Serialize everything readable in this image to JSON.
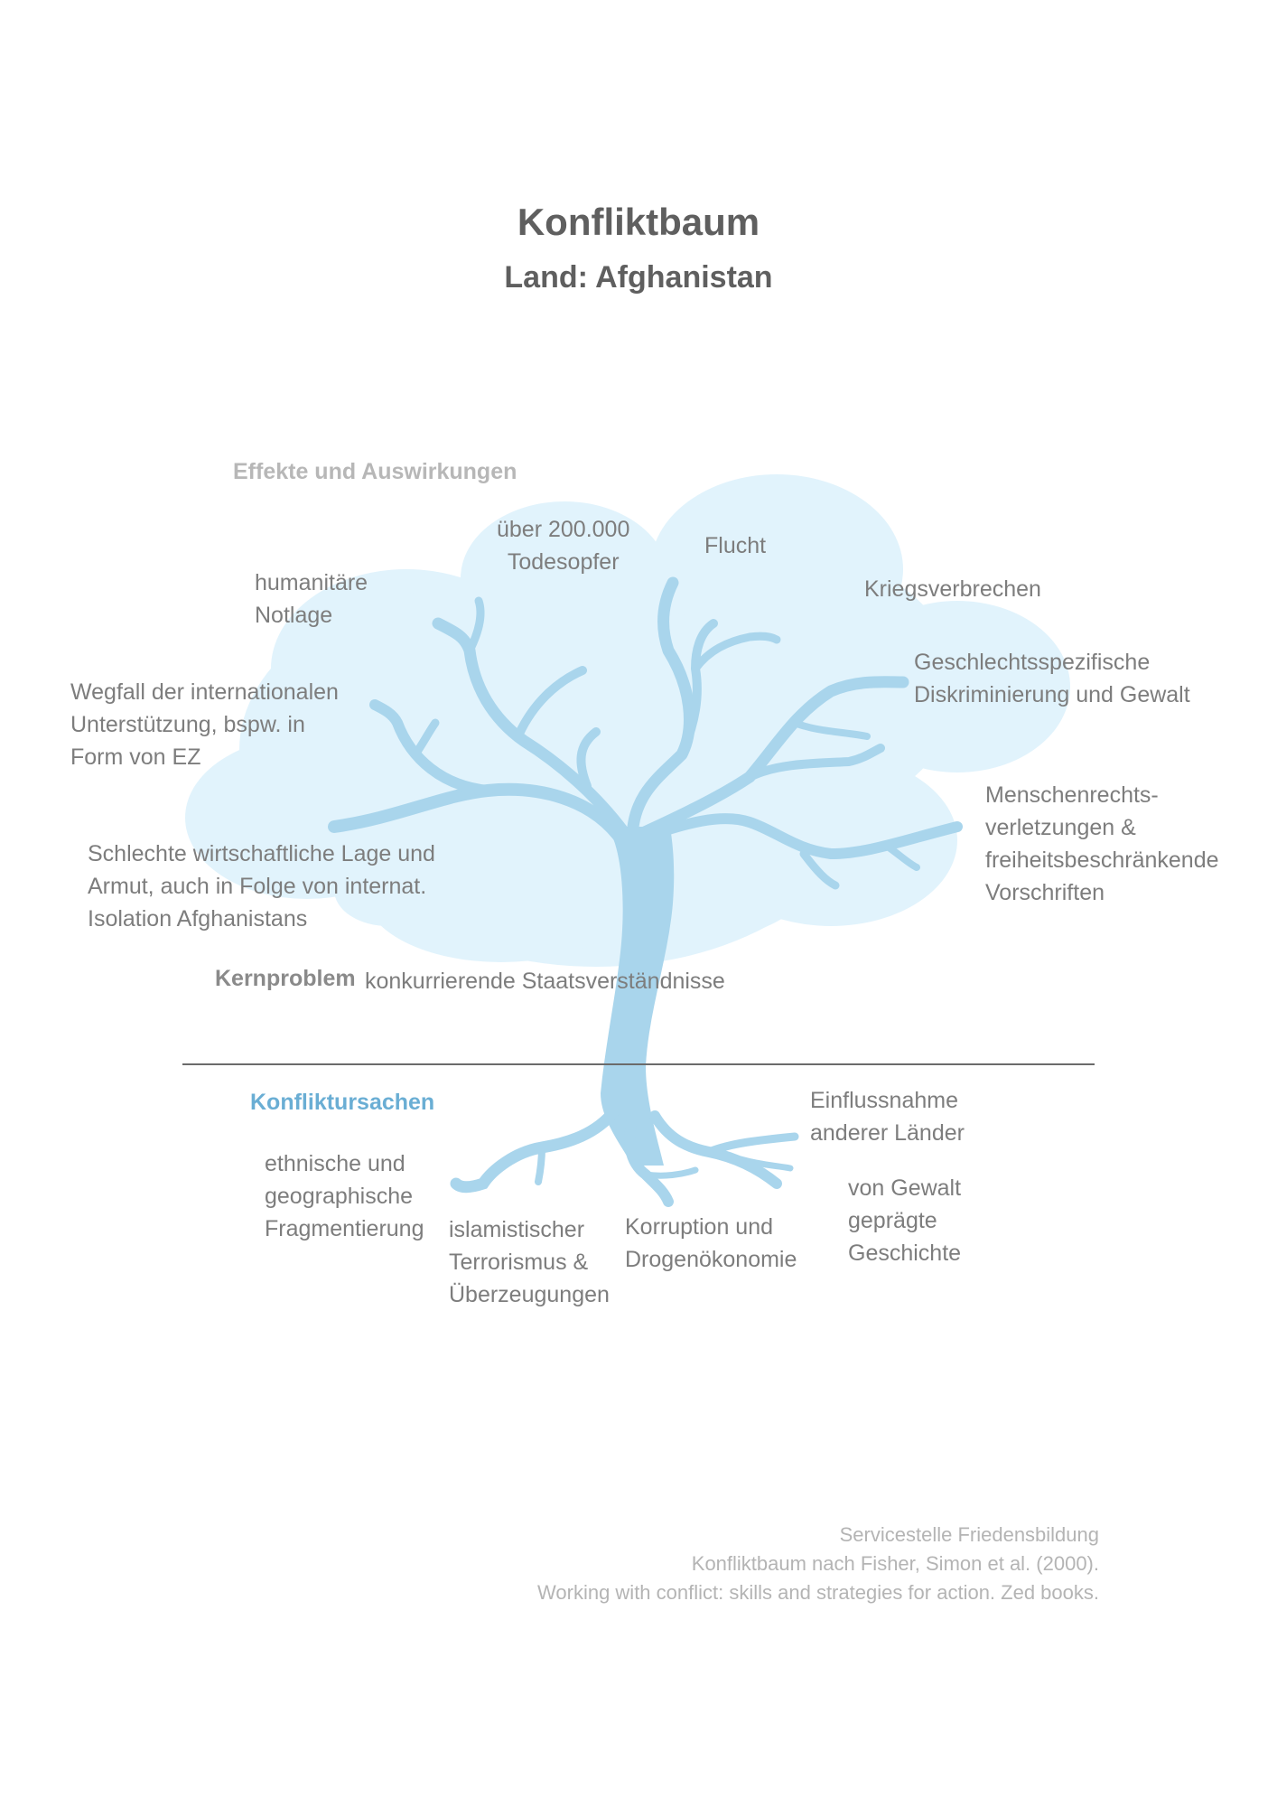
{
  "header": {
    "title": "Konfliktbaum",
    "subtitle": "Land: Afghanistan"
  },
  "effects": {
    "heading": "Effekte und Auswirkungen",
    "items": [
      {
        "lines": [
          "über 200.000",
          "Todesopfer"
        ]
      },
      {
        "lines": [
          "Flucht"
        ]
      },
      {
        "lines": [
          "humanitäre",
          "Notlage"
        ]
      },
      {
        "lines": [
          "Kriegsverbrechen"
        ]
      },
      {
        "lines": [
          "Geschlechtsspezifische",
          "Diskriminierung und Gewalt"
        ]
      },
      {
        "lines": [
          "Wegfall der internationalen",
          "Unterstützung, bspw. in",
          "Form von EZ"
        ]
      },
      {
        "lines": [
          "Menschenrechts-",
          "verletzungen &",
          "freiheitsbeschränkende",
          "Vorschriften"
        ]
      },
      {
        "lines": [
          "Schlechte wirtschaftliche Lage und",
          "Armut, auch in Folge von internat.",
          "Isolation Afghanistans"
        ]
      }
    ]
  },
  "core": {
    "heading": "Kernproblem",
    "text": "konkurrierende Staatsverständnisse"
  },
  "causes": {
    "heading": "Konfliktursachen",
    "items": [
      {
        "lines": [
          "Einflussnahme",
          "anderer Länder"
        ]
      },
      {
        "lines": [
          "ethnische und",
          "geographische",
          "Fragmentierung"
        ]
      },
      {
        "lines": [
          "von Gewalt",
          "geprägte",
          "Geschichte"
        ]
      },
      {
        "lines": [
          "islamistischer",
          "Terrorismus &",
          "Überzeugungen"
        ]
      },
      {
        "lines": [
          "Korruption und",
          "Drogenökonomie"
        ]
      }
    ]
  },
  "source": {
    "lines": [
      "Servicestelle Friedensbildung",
      "Konfliktbaum nach Fisher, Simon et al. (2000).",
      "Working with conflict: skills and strategies for action. Zed books."
    ]
  },
  "colors": {
    "crown": "#e1f3fc",
    "tree": "#a9d5ec",
    "causes_heading": "#6aaed4"
  }
}
